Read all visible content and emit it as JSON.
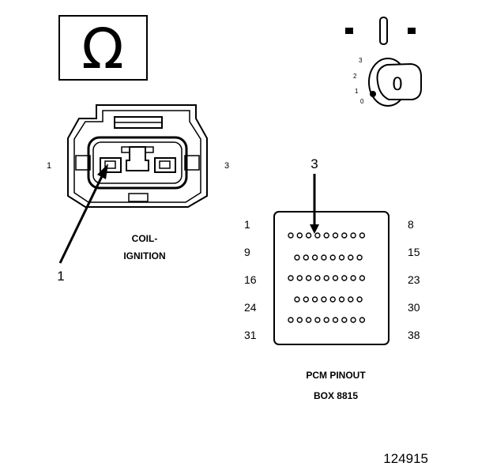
{
  "meter_symbol": {
    "glyph": "Ω",
    "icon": "ohm-symbol-icon"
  },
  "ignition_key": {
    "icon": "ignition-key-icon",
    "positions": [
      "3",
      "2",
      "1",
      "0"
    ],
    "key_label": "0"
  },
  "coil_connector": {
    "label_line1": "COIL-",
    "label_line2": "IGNITION",
    "pin_left": "1",
    "pin_right": "3",
    "callout": "1"
  },
  "pcm_box": {
    "title_line1": "PCM PINOUT",
    "title_line2": "BOX 8815",
    "callout": "3",
    "rows": [
      {
        "left": "1",
        "right": "8",
        "pins": 9
      },
      {
        "left": "9",
        "right": "15",
        "pins": 8
      },
      {
        "left": "16",
        "right": "23",
        "pins": 9
      },
      {
        "left": "24",
        "right": "30",
        "pins": 8
      },
      {
        "left": "31",
        "right": "38",
        "pins": 9
      }
    ]
  },
  "figure_id": "124915"
}
